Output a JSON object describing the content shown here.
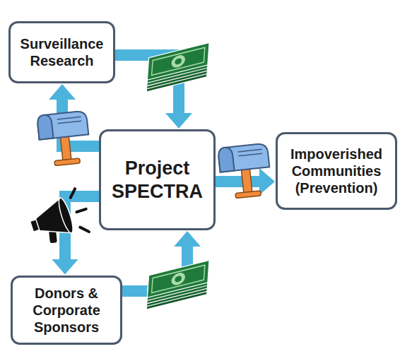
{
  "diagram": {
    "nodes": [
      {
        "text": [
          "Surveillance Research"
        ]
      },
      {
        "text": [
          "Project SPECTRA"
        ]
      },
      {
        "text": [
          "Impoverished Communities (Prevention)"
        ]
      },
      {
        "text": [
          "Donors & Corporate Sponsors"
        ]
      }
    ],
    "edges": [
      {
        "from": 1,
        "to": 0,
        "arrow": "to"
      },
      {
        "from": 0,
        "to": 1,
        "arrow": "to"
      },
      {
        "from": 1,
        "to": 2,
        "arrow": "to"
      },
      {
        "from": 1,
        "to": 3,
        "arrow": "to"
      },
      {
        "from": 3,
        "to": 1,
        "arrow": "to"
      }
    ]
  }
}
